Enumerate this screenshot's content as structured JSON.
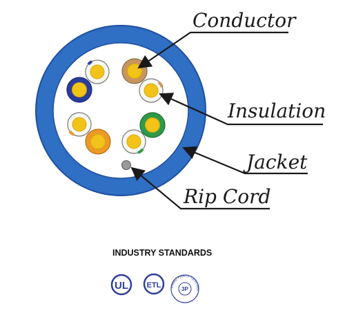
{
  "labels": {
    "conductor": "Conductor",
    "insulation": "Insulation",
    "jacket": "Jacket",
    "rip_cord": "Rip Cord"
  },
  "standards": {
    "heading": "INDUSTRY STANDARDS",
    "ul_mark": "UL",
    "etl_mark": "ETL",
    "third_party_ring": "THIRD PARTY TESTING",
    "third_party_center": "3P"
  },
  "colors": {
    "jacket": "#2f6fc4",
    "jacket_edge": "#1f4fa0",
    "conductor": "#f2c318",
    "conductor_edge": "#d9a808",
    "insulation_white": "#f7f7f2",
    "pair_blue": "#2b3d9c",
    "pair_orange": "#eb9a2a",
    "pair_green": "#2e9a48",
    "pair_brown": "#c79660",
    "rip_cord": "#9a9a9a",
    "badge": "#2f3f9a",
    "leader_line": "#1a1a1a"
  },
  "icons": [
    "ul-listed-icon",
    "etl-listed-icon",
    "third-party-testing-icon"
  ]
}
